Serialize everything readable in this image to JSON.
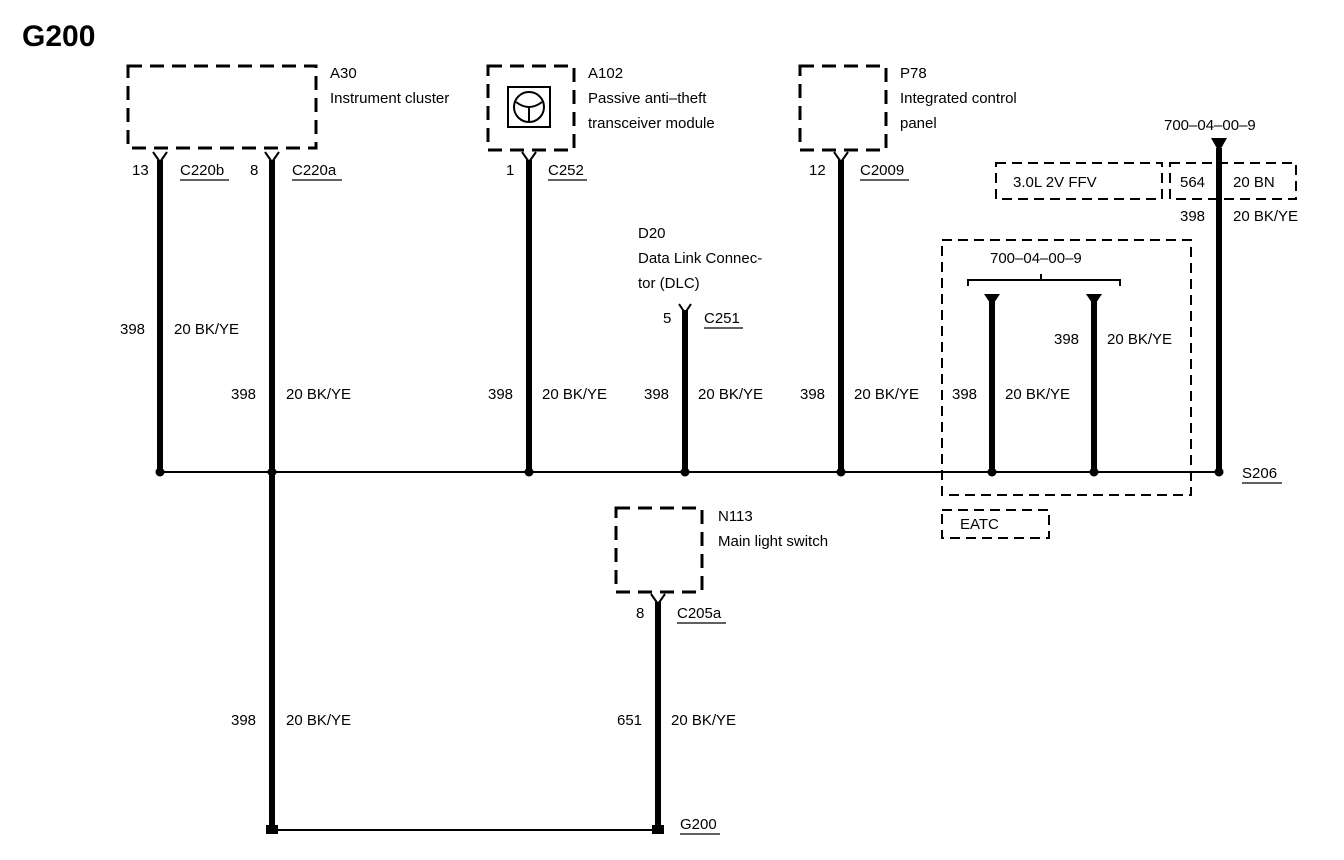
{
  "page_title": "G200",
  "components": {
    "a30": {
      "id": "A30",
      "name": "Instrument cluster"
    },
    "a102": {
      "id": "A102",
      "name_line1": "Passive anti–theft",
      "name_line2": "transceiver module"
    },
    "p78": {
      "id": "P78",
      "name_line1": "Integrated control",
      "name_line2": "panel"
    },
    "d20": {
      "id": "D20",
      "name_line1": "Data Link Connec-",
      "name_line2": "tor (DLC)"
    },
    "n113": {
      "id": "N113",
      "name": "Main light switch"
    }
  },
  "connectors": {
    "c220b": {
      "pin": "13",
      "name": "C220b"
    },
    "c220a": {
      "pin": "8",
      "name": "C220a"
    },
    "c252": {
      "pin": "1",
      "name": "C252"
    },
    "c251": {
      "pin": "5",
      "name": "C251"
    },
    "c2009": {
      "pin": "12",
      "name": "C2009"
    },
    "c205a": {
      "pin": "8",
      "name": "C205a"
    }
  },
  "wires": {
    "w_a30_13": {
      "circuit": "398",
      "spec": "20 BK/YE"
    },
    "w_a30_8": {
      "circuit": "398",
      "spec": "20 BK/YE"
    },
    "w_a102": {
      "circuit": "398",
      "spec": "20 BK/YE"
    },
    "w_d20": {
      "circuit": "398",
      "spec": "20 BK/YE"
    },
    "w_p78": {
      "circuit": "398",
      "spec": "20 BK/YE"
    },
    "w_eatc_left": {
      "circuit": "398",
      "spec": "20 BK/YE"
    },
    "w_eatc_right": {
      "circuit": "398",
      "spec": "20 BK/YE"
    },
    "w_right": {
      "circuit": "398",
      "spec": "20 BK/YE"
    },
    "w_ground_trunk": {
      "circuit": "398",
      "spec": "20 BK/YE"
    },
    "w_n113": {
      "circuit": "651",
      "spec": "20 BK/YE"
    }
  },
  "refs": {
    "eatc_ref": "700–04–00–9",
    "right_ref": "700–04–00–9"
  },
  "options": {
    "engine_option": "3.0L 2V FFV",
    "alt_circuit": "564",
    "alt_spec": "20 BN",
    "eatc": "EATC"
  },
  "splice": "S206",
  "ground": "G200"
}
